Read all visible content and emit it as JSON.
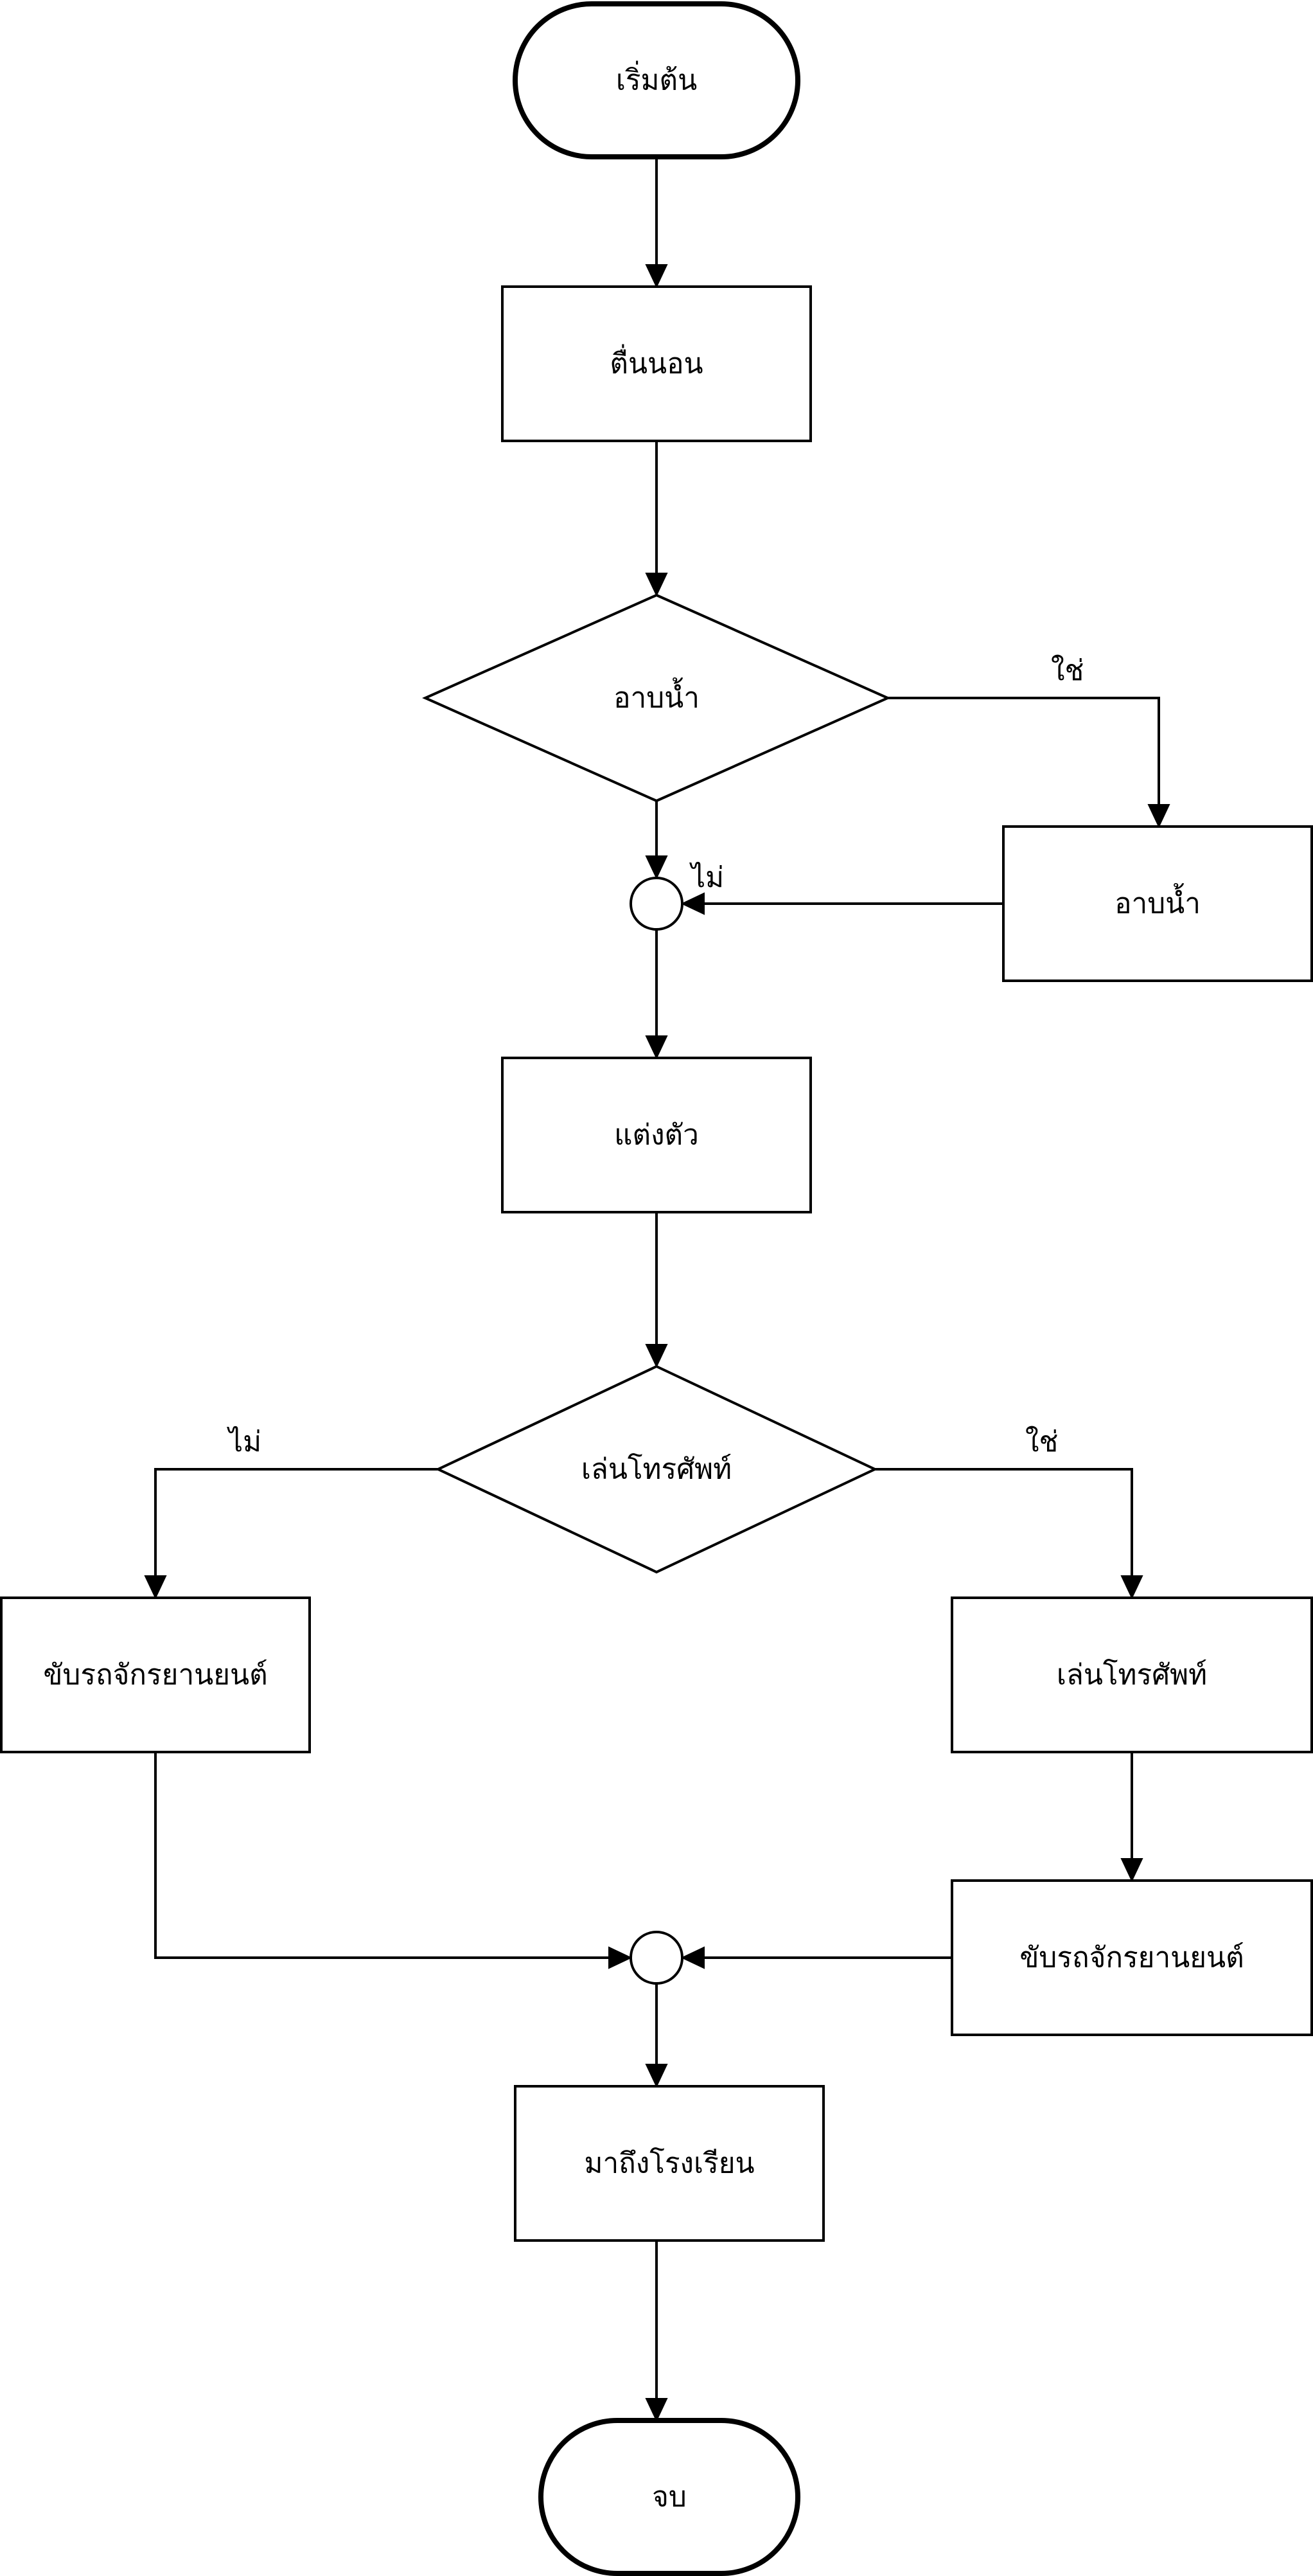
{
  "nodes": {
    "start": "เริ่มต้น",
    "wake_up": "ตื่นนอน",
    "bath_decision": "อาบน้ำ",
    "bath_action": "อาบน้ำ",
    "get_dressed": "แต่งตัว",
    "phone_decision": "เล่นโทรศัพท์",
    "phone_action": "เล่นโทรศัพท์",
    "ride_no_phone": "ขับรถจักรยานยนต์",
    "ride_after_phone": "ขับรถจักรยานยนต์",
    "arrive_school": "มาถึงโรงเรียน",
    "end": "จบ"
  },
  "edge_labels": {
    "bath_yes": "ใช่",
    "bath_no": "ไม่",
    "phone_no": "ไม่",
    "phone_yes": "ใช่"
  },
  "colors": {
    "stroke": "#000000",
    "fill": "#ffffff",
    "text": "#000000"
  }
}
